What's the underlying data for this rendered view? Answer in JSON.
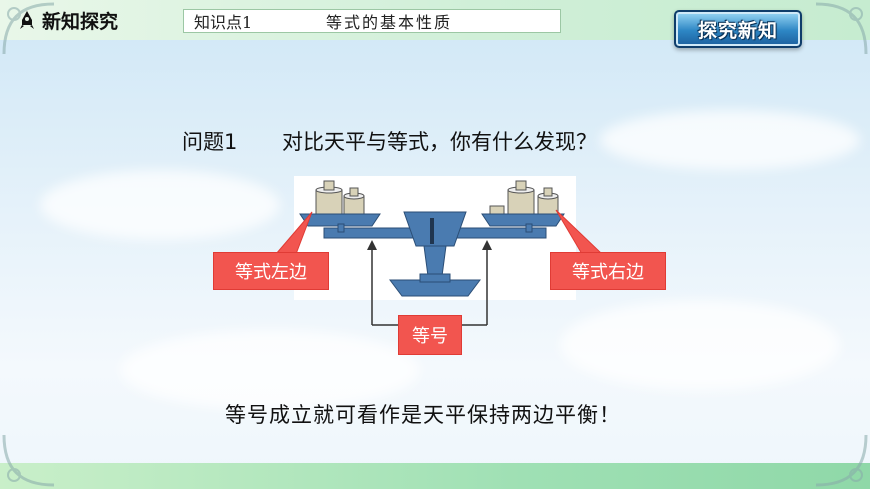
{
  "header": {
    "section_title": "新知探究",
    "knowledge_point_label": "知识点1",
    "knowledge_point_title": "等式的基本性质",
    "badge": "探究新知"
  },
  "main": {
    "question_number": "问题1",
    "question_text": "对比天平与等式，你有什么发现？",
    "labels": {
      "left_side": "等式左边",
      "right_side": "等式右边",
      "equal_sign": "等号"
    },
    "conclusion": "等号成立就可看作是天平保持两边平衡！"
  },
  "colors": {
    "label_red": "#f2554f",
    "scale_blue": "#3f6f9e",
    "badge_blue": "#2d86c4"
  },
  "icons": {
    "section": "rocket-icon",
    "corners": "ornament-icon"
  }
}
